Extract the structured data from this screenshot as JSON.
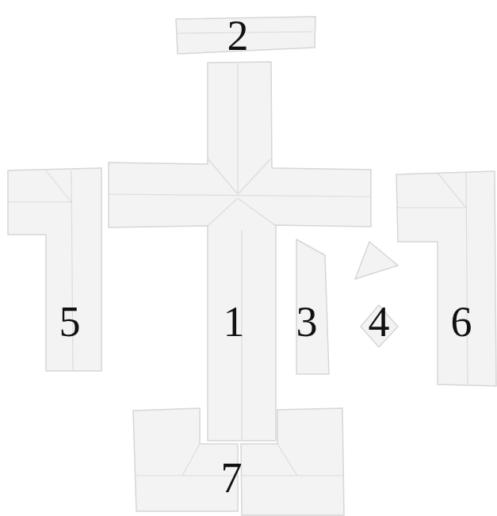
{
  "diagram": {
    "labels": [
      "2",
      "5",
      "1",
      "3",
      "4",
      "6",
      "7"
    ]
  }
}
